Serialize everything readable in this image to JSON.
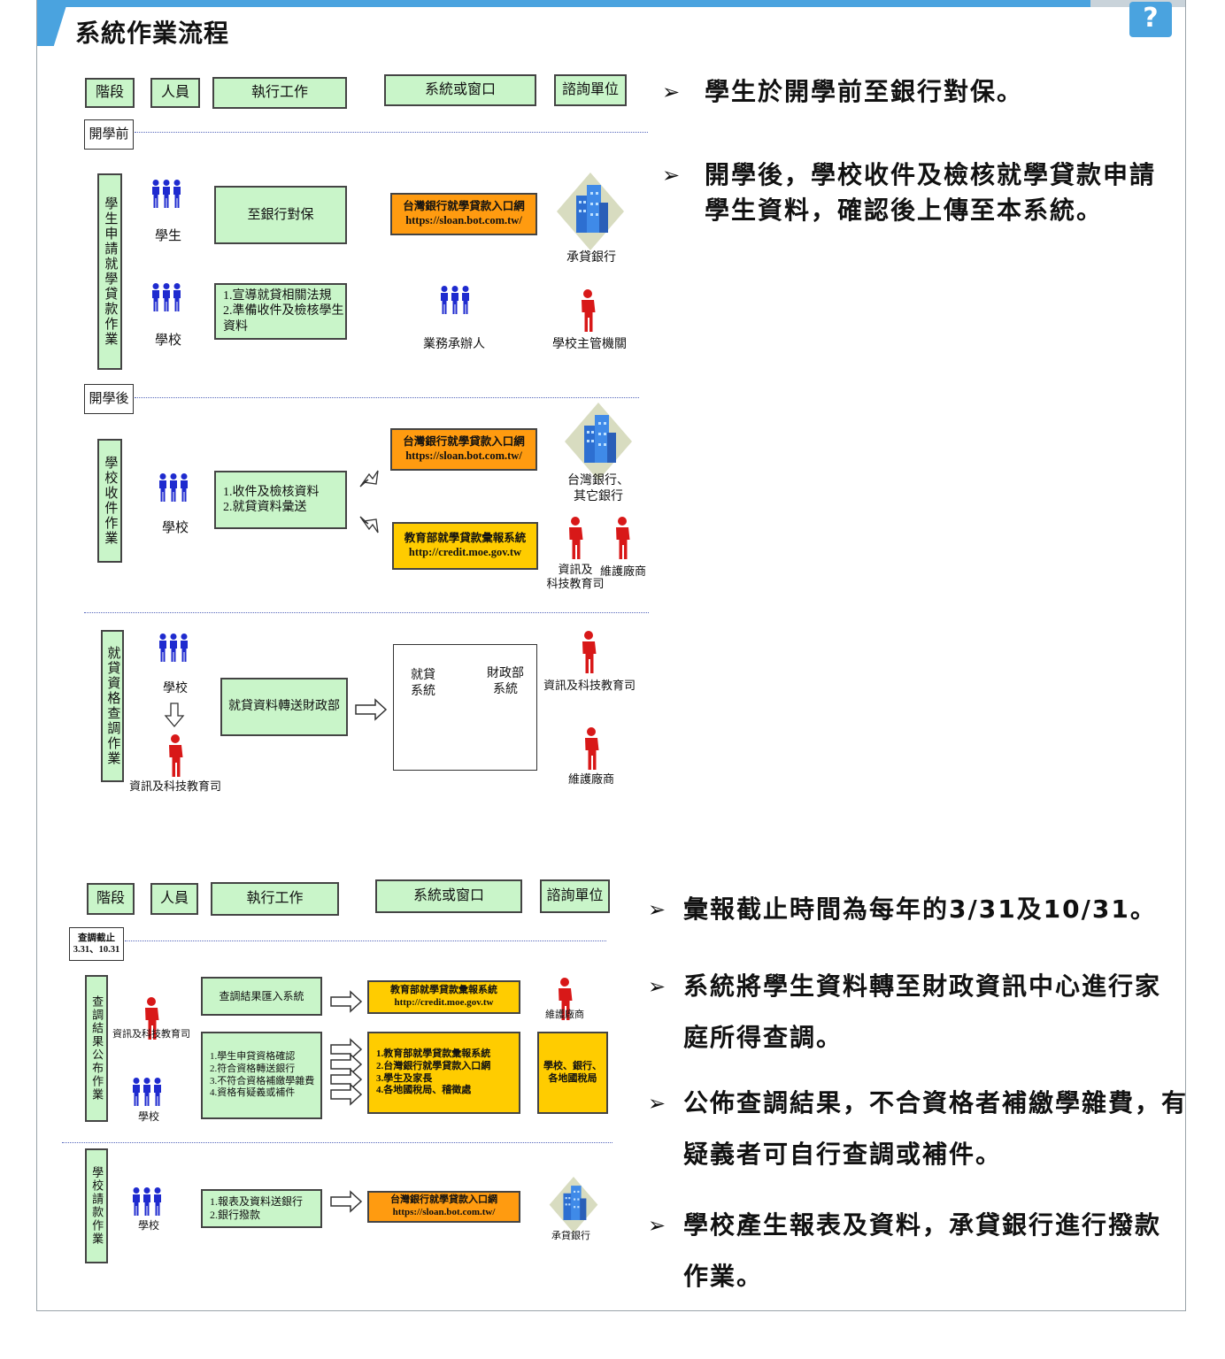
{
  "header": {
    "title": "系統作業流程",
    "help_label": "?"
  },
  "colors": {
    "accent": "#4aa3df",
    "green": "#c9f5c9",
    "orange": "#ff9b10",
    "yellow": "#ffcc00",
    "person_blue": "#1f2bcf",
    "person_red": "#d81818"
  },
  "top": {
    "headers": {
      "stage": "階段",
      "people": "人員",
      "work": "執行工作",
      "window": "系統或窗口",
      "consult": "諮詢單位"
    },
    "before_label": "開學前",
    "after_label": "開學後",
    "sec1": {
      "stage": "學生申請就學貸款作業",
      "student": "學生",
      "task1": "至銀行對保",
      "portal": "台灣銀行就學貸款入口網\nhttps://sloan.bot.com.tw/",
      "bank": "承貸銀行",
      "school": "學校",
      "task2": "1.宣導就貸相關法規\n2.準備收件及檢核學生資料",
      "staff": "業務承辦人",
      "authority": "學校主管機關"
    },
    "sec2": {
      "stage": "學校收件作業",
      "school": "學校",
      "task": "1.收件及檢核資料\n2.就貸資料彙送",
      "portal": "台灣銀行就學貸款入口網\nhttps://sloan.bot.com.tw/",
      "moe": "教育部就學貸款彙報系統\nhttp://credit.moe.gov.tw",
      "banks": "台灣銀行、\n其它銀行",
      "dept": "資訊及\n科技教育司",
      "vendor": "維護廠商"
    },
    "sec3": {
      "stage": "就貸資格查調作業",
      "school": "學校",
      "dept": "資訊及科技教育司",
      "task": "就貸資料轉送財政部",
      "sys_a": "就貸\n系統",
      "sys_b": "財政部\n系統",
      "dept_r": "資訊及科技教育司",
      "vendor": "維護廠商"
    }
  },
  "bottom": {
    "headers": {
      "stage": "階段",
      "people": "人員",
      "work": "執行工作",
      "window": "系統或窗口",
      "consult": "諮詢單位"
    },
    "deadline": "查調截止\n3.31、10.31",
    "sec4": {
      "stage": "查調結果公布作業",
      "dept": "資訊及科技教育司",
      "school": "學校",
      "task1": "查調結果匯入系統",
      "moe": "教育部就學貸款彙報系統\nhttp://credit.moe.gov.tw",
      "vendor": "維護廠商",
      "task2": "1.學生申貸資格確認\n2.符合資格轉送銀行\n3.不符合資格補繳學雜費\n4.資格有疑義或補件",
      "targets": "1.教育部就學貸款彙報系統\n2.台灣銀行就學貸款入口網\n3.學生及家長\n4.各地國稅局、稽徵處",
      "consult": "學校、銀行、\n各地國稅局"
    },
    "sec5": {
      "stage": "學校請款作業",
      "school": "學校",
      "task": "1.報表及資料送銀行\n2.銀行撥款",
      "portal": "台灣銀行就學貸款入口網\nhttps://sloan.bot.com.tw/",
      "bank": "承貸銀行"
    }
  },
  "notes_top": [
    "學生於開學前至銀行對保。",
    "開學後，學校收件及檢核就學貸款申請學生資料，確認後上傳至本系統。"
  ],
  "notes_bottom": [
    "彙報截止時間為每年的3/31及10/31。",
    "系統將學生資料轉至財政資訊中心進行家庭所得查調。",
    "公佈查調結果，不合資格者補繳學雜費，有疑義者可自行查調或補件。",
    "學校產生報表及資料，承貸銀行進行撥款作業。"
  ],
  "bullet_mark": "➢"
}
